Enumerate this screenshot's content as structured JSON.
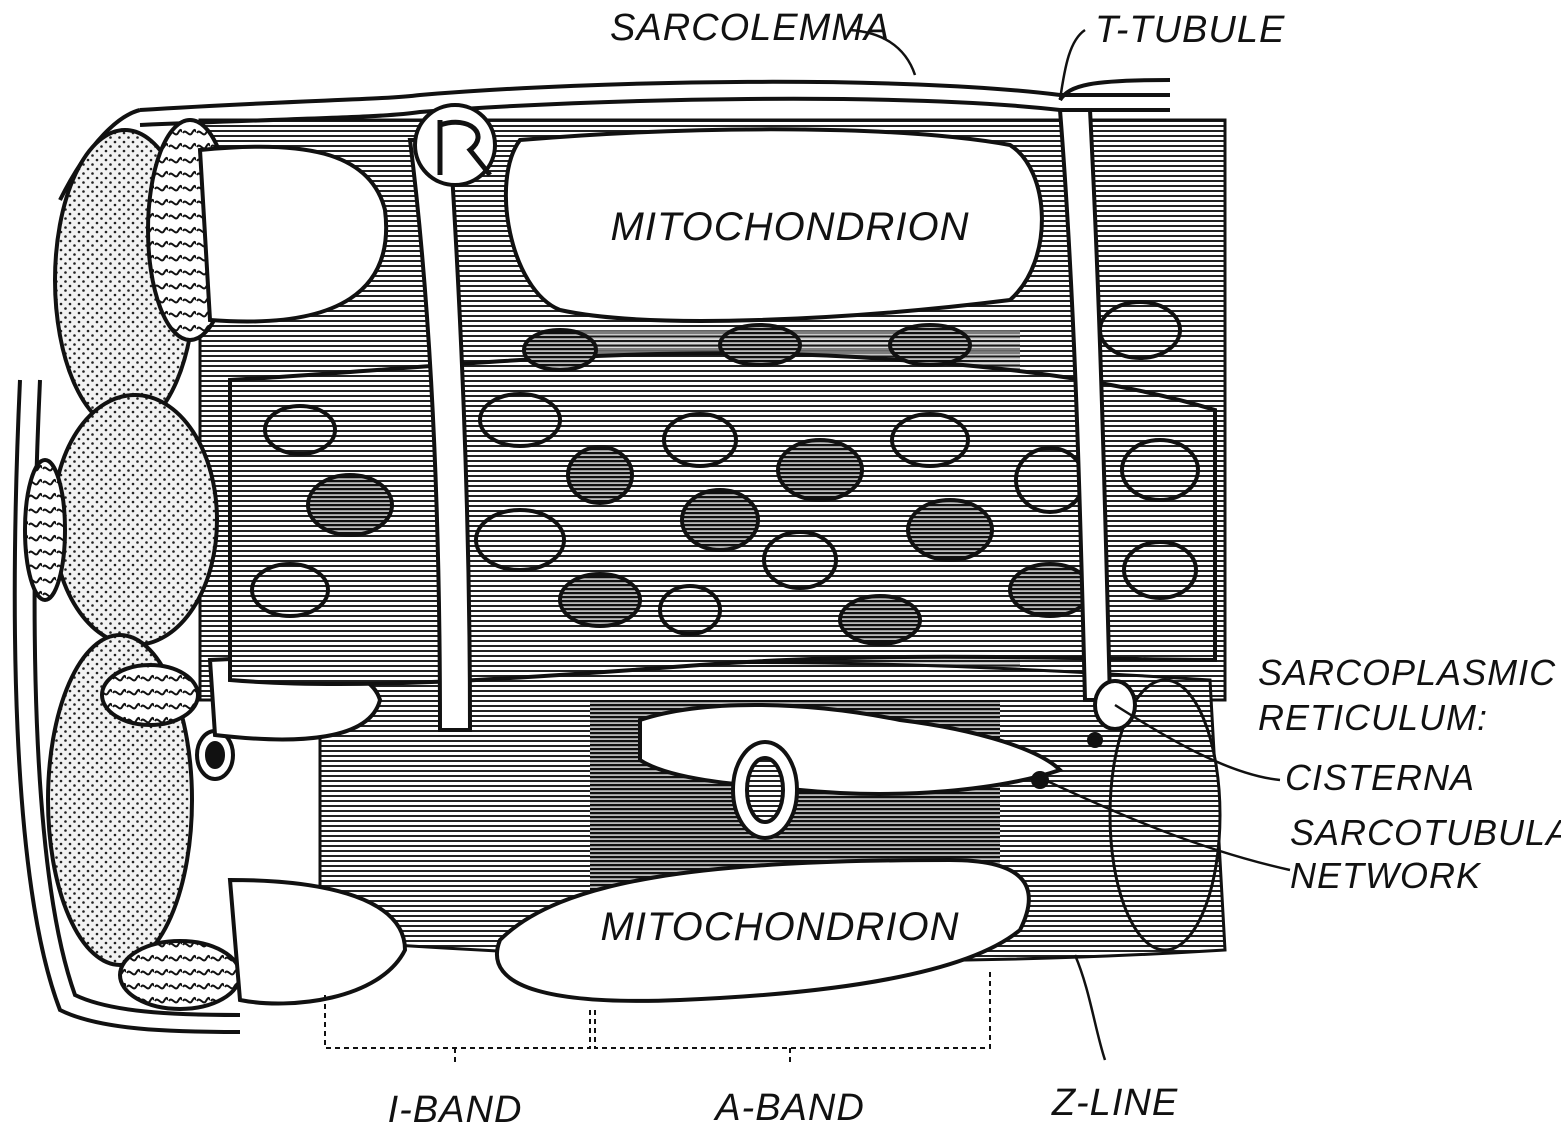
{
  "labels": {
    "sarcolemma": "SARCOLEMMA",
    "t_tubule": "T-TUBULE",
    "mitochondrion_top": "MITOCHONDRION",
    "mitochondrion_bottom": "MITOCHONDRION",
    "sarcoplasmic_reticulum_line1": "SARCOPLASMIC",
    "sarcoplasmic_reticulum_line2": "RETICULUM:",
    "cisterna": "CISTERNA",
    "sarcotubular_line1": "SARCOTUBULAR",
    "sarcotubular_line2": "NETWORK",
    "i_band": "I-BAND",
    "a_band": "A-BAND",
    "z_line": "Z-LINE"
  },
  "colors": {
    "ink": "#111111",
    "paper": "#ffffff",
    "dark_filament": "#2b2b2b",
    "mid_filament": "#7a7a7a"
  }
}
